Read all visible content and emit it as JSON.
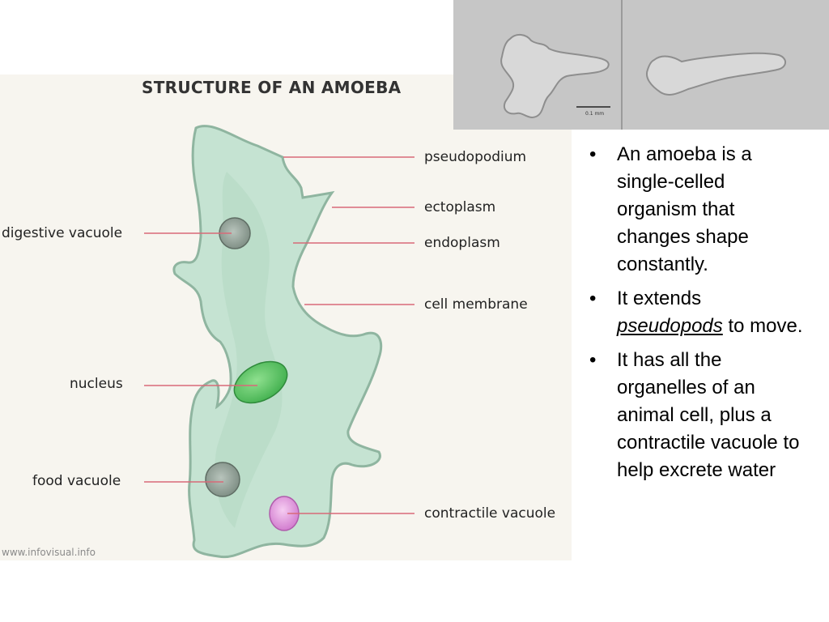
{
  "diagram": {
    "title": "STRUCTURE OF AN AMOEBA",
    "labels": {
      "pseudopodium": "pseudopodium",
      "ectoplasm": "ectoplasm",
      "endoplasm": "endoplasm",
      "cell_membrane": "cell membrane",
      "contractile_vacuole": "contractile vacuole",
      "digestive_vacuole": "digestive vacuole",
      "nucleus": "nucleus",
      "food_vacuole": "food vacuole"
    },
    "credit": "www.infovisual.info",
    "colors": {
      "cytoplasm": "#c5e3d2",
      "membrane": "#8fb5a0",
      "nucleus": "#5ccc6a",
      "contractile_vacuole": "#e8a4e4",
      "vacuole": "#8a9a90",
      "leader_line": "#d86a78"
    }
  },
  "photo": {
    "scale_label": "0.1 mm"
  },
  "bullets": [
    {
      "text": "An amoeba is a single-celled organism that changes shape constantly."
    },
    {
      "before": "It extends ",
      "emphasis": "pseudopods",
      "after": " to move."
    },
    {
      "text": "It has all the organelles of an animal cell, plus a contractile vacuole to help excrete water"
    }
  ],
  "bullet_symbol": "•"
}
